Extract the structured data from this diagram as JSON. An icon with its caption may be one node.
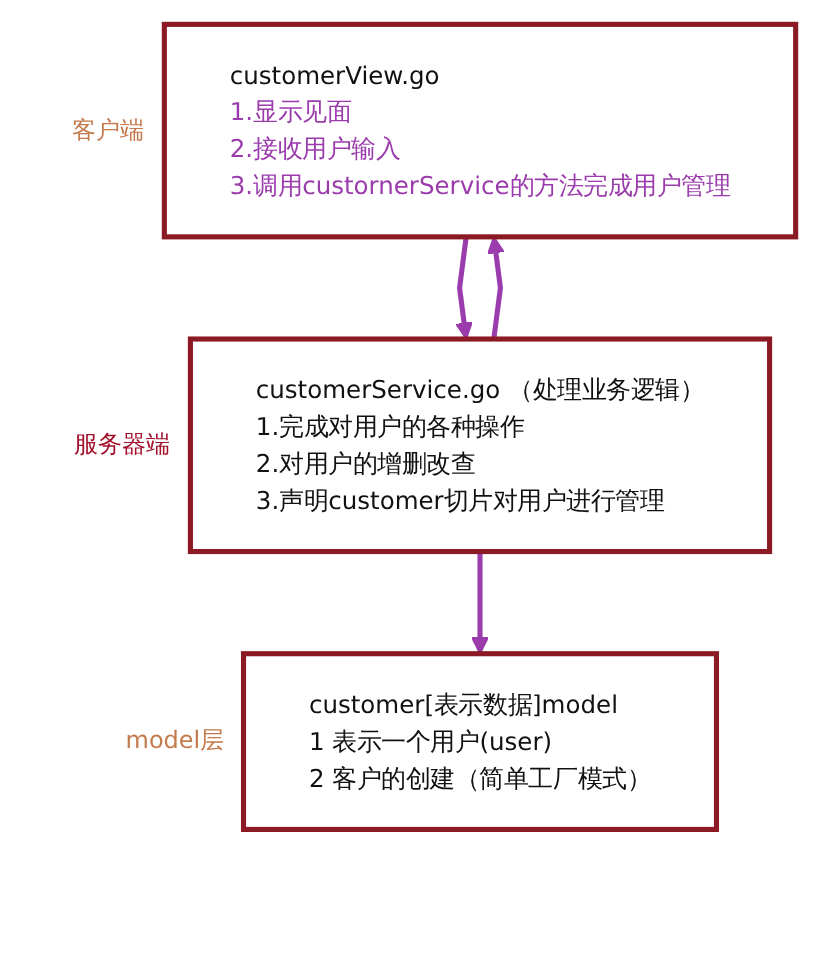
{
  "diagram": {
    "nodes": [
      {
        "text": [
          "customerView.go",
          "1.显示见面",
          "2.接收用户输入",
          "3.调用custornerService的方法完成用户管理"
        ],
        "beside": [
          "客户端"
        ]
      },
      {
        "text": [
          "customerService.go （处理业务逻辑）",
          "1.完成对用户的各种操作",
          "2.对用户的增删改查",
          "3.声明customer切片对用户进行管理"
        ],
        "beside": [
          "服务器端"
        ]
      },
      {
        "text": [
          "customer[表示数据]model",
          "1 表示一个用户(user)",
          "2 客户的创建（简单工厂模式）"
        ],
        "beside": [
          "model层"
        ]
      }
    ],
    "edges": [
      {
        "from": 0,
        "to": 1,
        "arrow": "to"
      },
      {
        "from": 1,
        "to": 0,
        "arrow": "to"
      },
      {
        "from": 1,
        "to": 2,
        "arrow": "to"
      }
    ]
  }
}
